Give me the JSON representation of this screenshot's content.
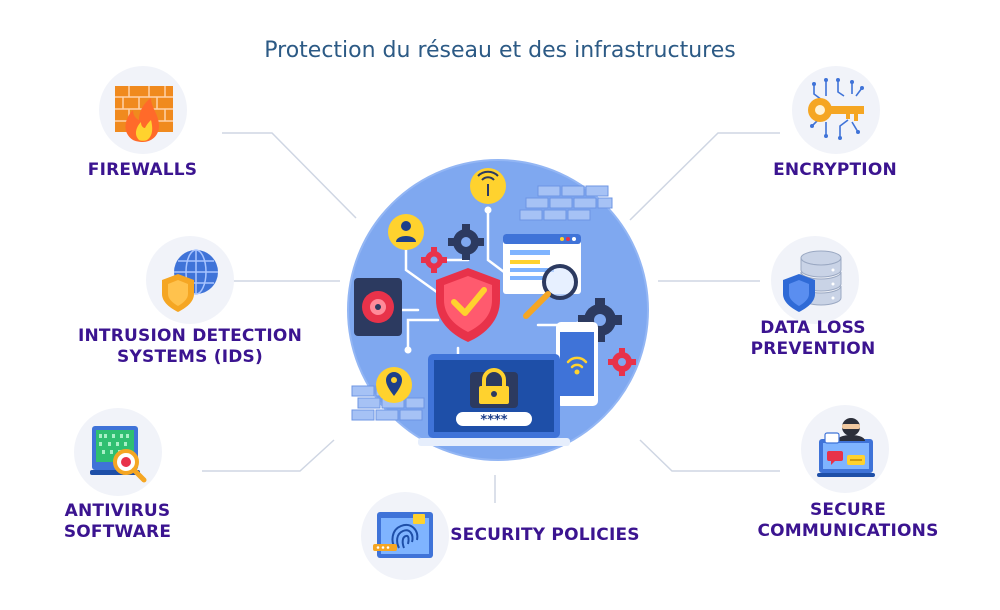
{
  "title": "Protection du réseau et des infrastructures",
  "items": {
    "firewalls": {
      "label": "FIREWALLS",
      "icon": "firewall-icon"
    },
    "ids": {
      "lines": [
        "INTRUSION DETECTION",
        "SYSTEMS (IDS)"
      ],
      "icon": "globe-shield-icon"
    },
    "antivirus": {
      "lines": [
        "ANTIVIRUS",
        "SOFTWARE"
      ],
      "icon": "antivirus-scan-icon"
    },
    "policies": {
      "label": "SECURITY POLICIES",
      "icon": "fingerprint-icon"
    },
    "encryption": {
      "label": "ENCRYPTION",
      "icon": "key-circuit-icon"
    },
    "dlp": {
      "lines": [
        "DATA LOSS",
        "PREVENTION"
      ],
      "icon": "database-shield-icon"
    },
    "comms": {
      "lines": [
        "SECURE",
        "COMMUNICATIONS"
      ],
      "icon": "hacker-chat-icon"
    }
  },
  "hub": {
    "password_mask": "****",
    "icon": "network-security-hub-icon"
  },
  "colors": {
    "title": "#2c5a85",
    "label": "#3b1490",
    "hub_bg": "#7fa8f0",
    "accent_yellow": "#ffd22e",
    "accent_red": "#e8324a",
    "connector": "#cfd6e3"
  }
}
